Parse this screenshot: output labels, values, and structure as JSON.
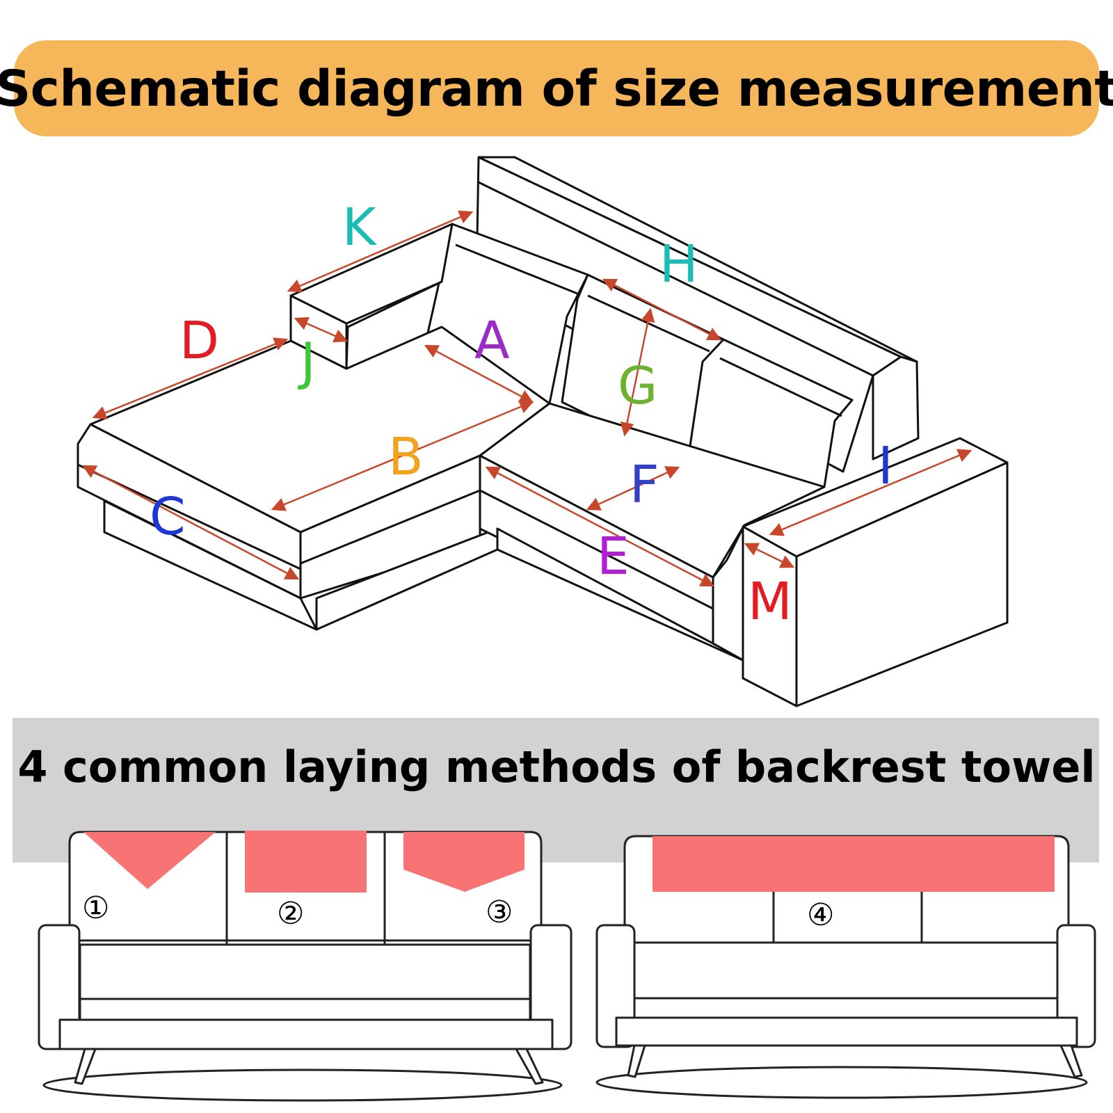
{
  "title": "Schematic diagram of size measurement",
  "subtitle": "4 common laying methods of backrest towel",
  "colors": {
    "banner": "#f6b65a",
    "band": "#d2d2d2",
    "towel": "#f87373",
    "arrow": "#c8462a"
  },
  "labels": [
    {
      "text": "K",
      "color": "#19bdb4"
    },
    {
      "text": "H",
      "color": "#19bdb4"
    },
    {
      "text": "D",
      "color": "#e31b23"
    },
    {
      "text": "J",
      "color": "#3ec636"
    },
    {
      "text": "A",
      "color": "#9b2ac7"
    },
    {
      "text": "G",
      "color": "#6ab22f"
    },
    {
      "text": "B",
      "color": "#f4a21e"
    },
    {
      "text": "C",
      "color": "#1d37d6"
    },
    {
      "text": "F",
      "color": "#3440c4"
    },
    {
      "text": "I",
      "color": "#1d37d6"
    },
    {
      "text": "E",
      "color": "#b21ed6"
    },
    {
      "text": "M",
      "color": "#e31b23"
    }
  ],
  "methods": [
    "①",
    "②",
    "③",
    "④"
  ]
}
